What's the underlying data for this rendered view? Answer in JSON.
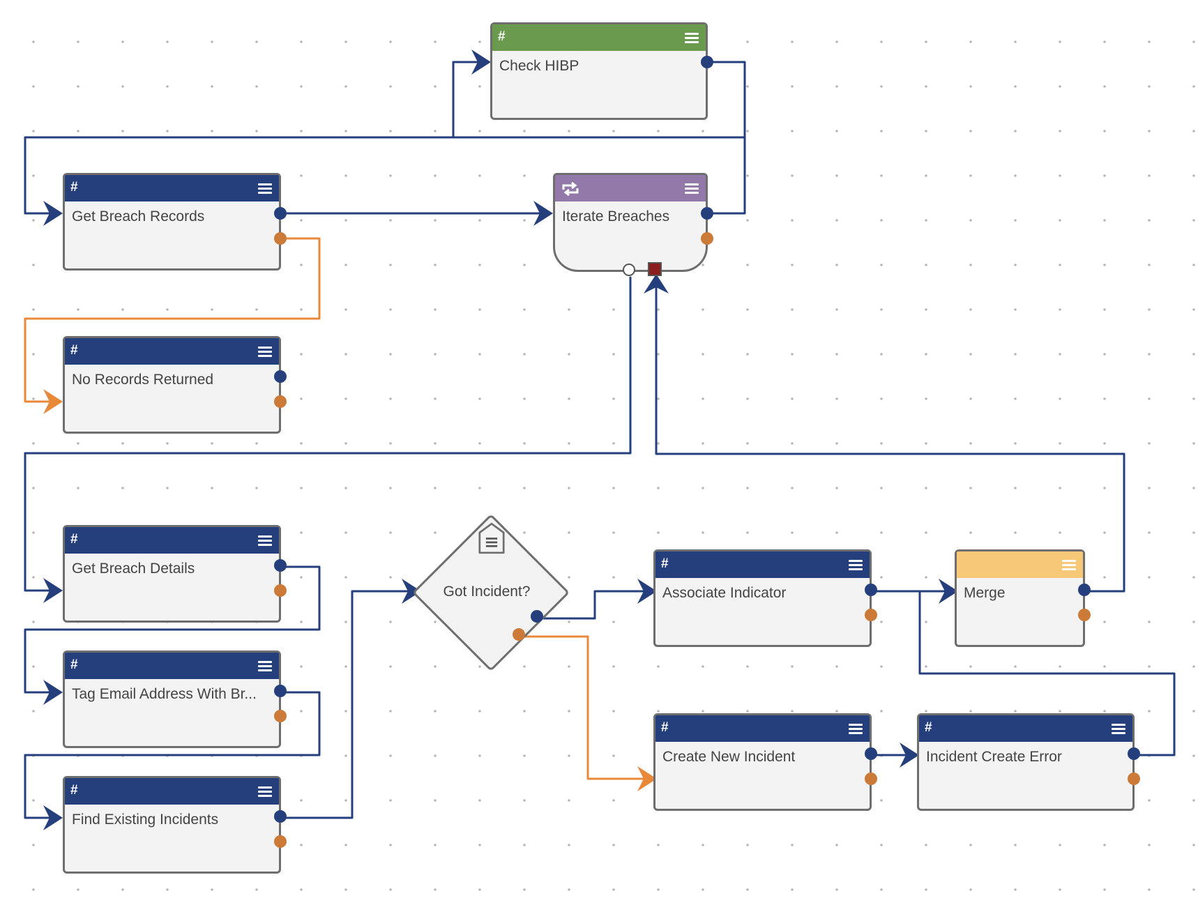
{
  "colors": {
    "action_header": "#253f7c",
    "start_header": "#6a9a4e",
    "loop_header": "#9379a9",
    "merge_header": "#f6c878",
    "success_wire": "#253f7c",
    "failure_wire": "#e8893a"
  },
  "nodes": {
    "check_hibp": {
      "title": "Check HIBP",
      "type_icon": "#"
    },
    "get_breach_records": {
      "title": "Get Breach Records",
      "type_icon": "#"
    },
    "iterate_breaches": {
      "title": "Iterate Breaches",
      "type_icon": "loop-icon"
    },
    "no_records_returned": {
      "title": "No Records Returned",
      "type_icon": "#"
    },
    "get_breach_details": {
      "title": "Get Breach Details",
      "type_icon": "#"
    },
    "tag_email": {
      "title": "Tag Email Address With Br...",
      "type_icon": "#"
    },
    "find_existing_incidents": {
      "title": "Find Existing Incidents",
      "type_icon": "#"
    },
    "got_incident": {
      "title": "Got Incident?",
      "type_icon": "decision-icon"
    },
    "associate_indicator": {
      "title": "Associate Indicator",
      "type_icon": "#"
    },
    "merge": {
      "title": "Merge",
      "type_icon": "menu-icon"
    },
    "create_new_incident": {
      "title": "Create New Incident",
      "type_icon": "#"
    },
    "incident_create_error": {
      "title": "Incident Create Error",
      "type_icon": "#"
    }
  }
}
